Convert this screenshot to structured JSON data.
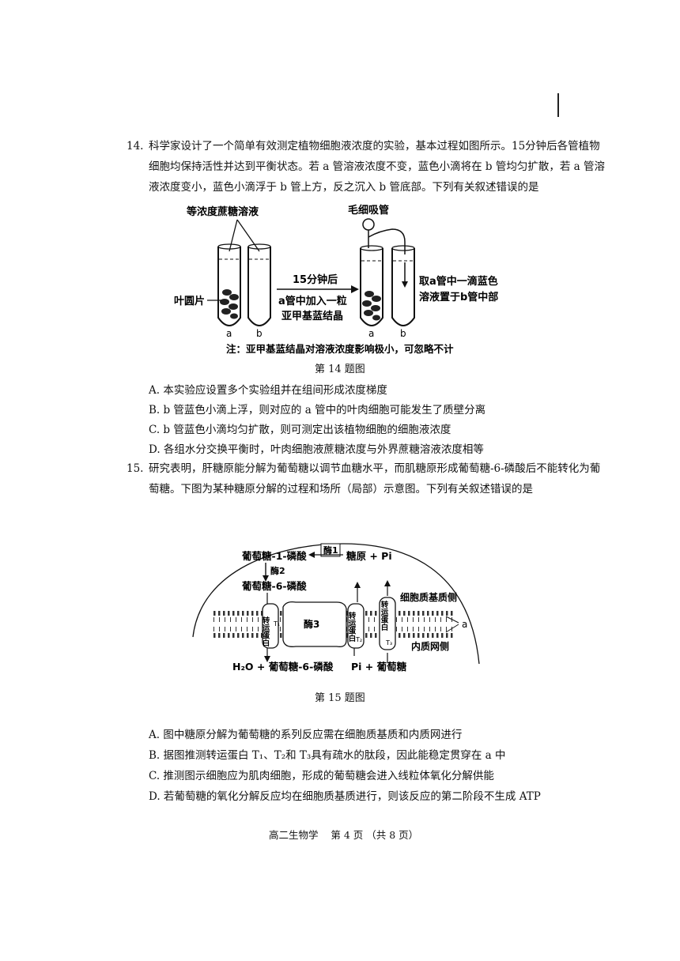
{
  "q14": {
    "number": "14.",
    "line1": "科学家设计了一个简单有效测定植物细胞液浓度的实验，基本过程如图所示。15分钟后各管植物",
    "line2": "细胞均保持活性并达到平衡状态。若 a 管溶液浓度不变，蓝色小滴将在 b 管均匀扩散，若 a 管溶",
    "line3": "液浓度变小，蓝色小滴浮于 b 管上方，反之沉入 b 管底部。下列有关叙述错误的是",
    "figure": {
      "sucrose_label": "等浓度蔗糖溶液",
      "capillary_label": "毛细吸管",
      "leaf_disc_label": "叶圆片",
      "arrow_top": "15分钟后",
      "arrow_mid": "a管中加入一粒",
      "arrow_bot": "亚甲基蓝结晶",
      "right_note1": "取a管中一滴蓝色",
      "right_note2": "溶液置于b管中部",
      "tube_a": "a",
      "tube_b": "b",
      "note": "注：亚甲基蓝结晶对溶液浓度影响极小，可忽略不计"
    },
    "caption": "第 14 题图",
    "options": [
      "A.  本实验应设置多个实验组并在组间形成浓度梯度",
      "B.  b 管蓝色小滴上浮，则对应的 a 管中的叶肉细胞可能发生了质壁分离",
      "C.  b 管蓝色小滴均匀扩散，则可测定出该植物细胞的细胞液浓度",
      "D.  各组水分交换平衡时，叶肉细胞液蔗糖浓度与外界蔗糖溶液浓度相等"
    ]
  },
  "q15": {
    "number": "15.",
    "line1": "研究表明，肝糖原能分解为葡萄糖以调节血糖水平，而肌糖原形成葡萄糖-6-磷酸后不能转化为葡",
    "line2": "萄糖。下图为某种糖原分解的过程和场所（局部）示意图。下列有关叙述错误的是",
    "figure": {
      "g1p": "葡萄糖-1-磷酸",
      "enzyme1": "酶1",
      "glycogen_pi": "糖原 + Pi",
      "enzyme2": "酶2",
      "g6p": "葡萄糖-6-磷酸",
      "cytosol_side": "细胞质基质侧",
      "er_side": "内质网侧",
      "a_label": "a",
      "t1_text": "转运蛋白",
      "t1_sub": "T₁",
      "enzyme3": "酶3",
      "t2_text": "转运蛋白",
      "t2_sub": "T₂",
      "t3_text": "转运蛋白",
      "t3_sub": "T₃",
      "bottom_left": "H₂O + 葡萄糖-6-磷酸",
      "bottom_right": "Pi + 葡萄糖"
    },
    "caption": "第 15 题图",
    "options": [
      "A.  图中糖原分解为葡萄糖的系列反应需在细胞质基质和内质网进行",
      "B.  据图推测转运蛋白 T₁、T₂和 T₃具有疏水的肽段，因此能稳定贯穿在 a 中",
      "C.  推测图示细胞应为肌肉细胞，形成的葡萄糖会进入线粒体氧化分解供能",
      "D.  若葡萄糖的氧化分解反应均在细胞质基质进行，则该反应的第二阶段不生成 ATP"
    ]
  },
  "footer": "高二生物学    第 4 页 （共 8 页）"
}
